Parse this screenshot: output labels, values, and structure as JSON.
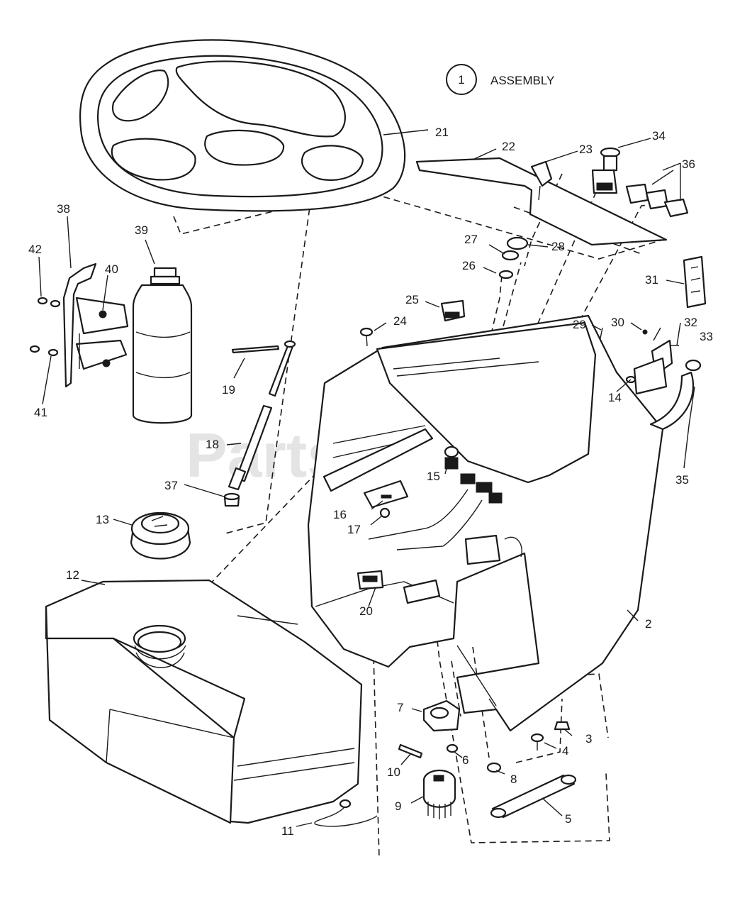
{
  "legend": {
    "number": "1",
    "text": "ASSEMBLY"
  },
  "watermark": "PartsTree",
  "callouts": [
    "2",
    "3",
    "4",
    "5",
    "6",
    "7",
    "8",
    "9",
    "10",
    "11",
    "12",
    "13",
    "14",
    "15",
    "16",
    "17",
    "18",
    "19",
    "20",
    "21",
    "22",
    "23",
    "24",
    "25",
    "26",
    "27",
    "28",
    "29",
    "30",
    "31",
    "32",
    "33",
    "34",
    "35",
    "36",
    "37",
    "38",
    "39",
    "40",
    "41",
    "42"
  ],
  "parts": [
    {
      "number": "2",
      "name": "dash-panel"
    },
    {
      "number": "5",
      "name": "bracket"
    },
    {
      "number": "9",
      "name": "ignition-switch"
    },
    {
      "number": "12",
      "name": "fuel-tank"
    },
    {
      "number": "13",
      "name": "fuel-cap"
    },
    {
      "number": "18",
      "name": "steering-shaft"
    },
    {
      "number": "21",
      "name": "steering-wheel"
    },
    {
      "number": "22",
      "name": "dash-overlay"
    },
    {
      "number": "35",
      "name": "lever"
    },
    {
      "number": "39",
      "name": "bottle"
    }
  ]
}
